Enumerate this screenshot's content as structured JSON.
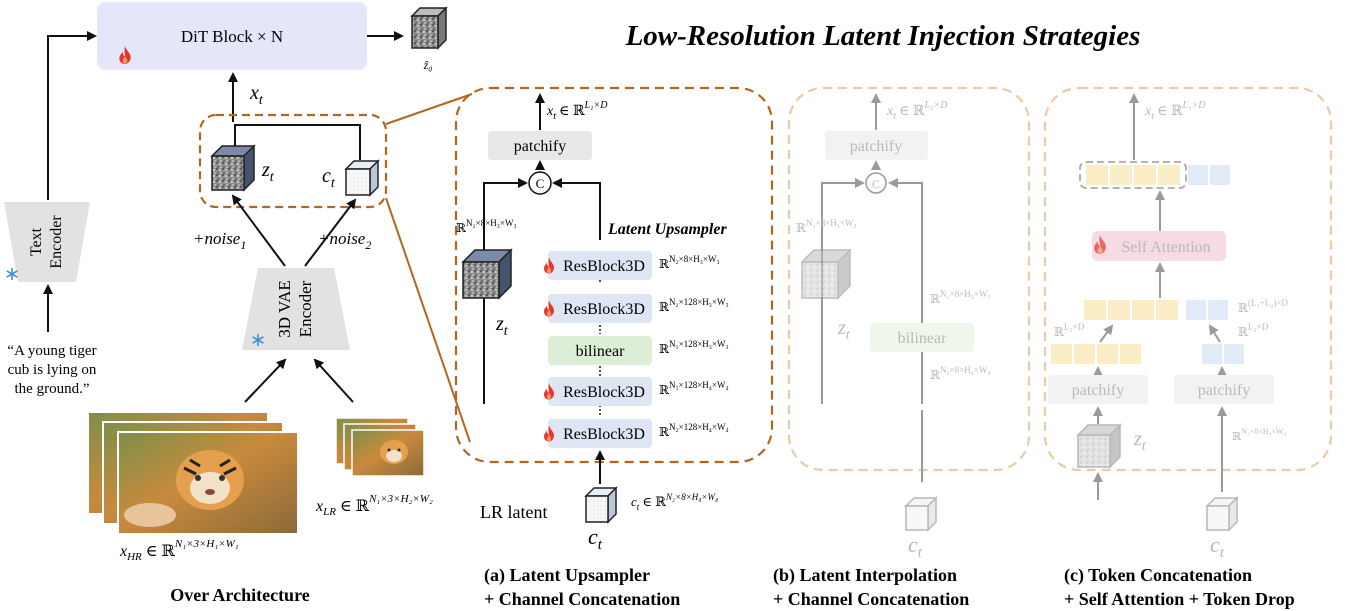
{
  "title": "Low-Resolution Latent Injection Strategies",
  "overall": {
    "dit_block": "DiT Block × N",
    "z0_hat": "ẑ₀",
    "xt": "x",
    "xt_sub": "t",
    "zt": "z",
    "zt_sub": "t",
    "ct": "c",
    "ct_sub": "t",
    "noise1": "+noise",
    "noise1_sub": "1",
    "noise2": "+noise",
    "noise2_sub": "2",
    "text_encoder_1": "Text",
    "text_encoder_2": "Encoder",
    "vae_1": "3D VAE",
    "vae_2": "Encoder",
    "prompt": [
      "“A young tiger",
      "cub is lying on",
      "the ground.”"
    ],
    "x_hr": "x",
    "x_hr_sub": "HR",
    "x_hr_dim": "∈ ℝ",
    "x_hr_sup": "N₁×3×H₁×W₁",
    "x_lr": "x",
    "x_lr_sub": "LR",
    "x_lr_dim": "∈ ℝ",
    "x_lr_sup": "N₁×3×H₂×W₂",
    "caption": "Over Architecture"
  },
  "panel_a": {
    "output": "x",
    "output_sub": "t",
    "output_dim": "∈ ℝ",
    "output_sup": "L₁×D",
    "patchify": "patchify",
    "concat": "C",
    "upsampler_title": "Latent Upsampler",
    "zt_dim": "ℝ",
    "zt_sup": "N₂×8×H₃×W₃",
    "zt": "z",
    "zt_sub": "t",
    "blocks": [
      {
        "label": "ResBlock3D",
        "fire": true,
        "dim_sup": "N₂×8×H₃×W₃"
      },
      {
        "label": "ResBlock3D",
        "fire": true,
        "dim_sup": "N₂×128×H₃×W₃"
      },
      {
        "label": "bilinear",
        "fire": false,
        "dim_sup": "N₁×128×H₃×W₃"
      },
      {
        "label": "ResBlock3D",
        "fire": true,
        "dim_sup": "N₁×128×H₄×W₄"
      },
      {
        "label": "ResBlock3D",
        "fire": true,
        "dim_sup": "N₂×128×H₄×W₄"
      }
    ],
    "lr_latent": "LR latent",
    "ct_dim": "c",
    "ct_dim_sub": "t",
    "ct_dim_rest": "∈ ℝ",
    "ct_dim_sup": "N₂×8×H₄×W₄",
    "ct": "c",
    "ct_sub": "t",
    "caption_1": "(a) Latent Upsampler",
    "caption_2": "+ Channel Concatenation"
  },
  "panel_b": {
    "output": "x",
    "output_sub": "t",
    "output_dim": "∈ ℝ",
    "output_sup": "L₁×D",
    "patchify": "patchify",
    "concat": "C",
    "zt_dim": "ℝ",
    "zt_sup": "N₂×8×H₃×W₃",
    "zt": "z",
    "zt_sub": "t",
    "bilinear": "bilinear",
    "bil_top_dim": "ℝ",
    "bil_top_sup": "N₂×8×H₃×W₃",
    "bil_bot_dim": "ℝ",
    "bil_bot_sup": "N₂×8×H₄×W₄",
    "ct": "c",
    "ct_sub": "t",
    "caption_1": "(b) Latent Interpolation",
    "caption_2": "+ Channel Concatenation"
  },
  "panel_c": {
    "output": "x",
    "output_sub": "t",
    "output_dim": "∈ ℝ",
    "output_sup": "L₁×D",
    "self_attention": "Self Attention",
    "concat_dim": "ℝ",
    "concat_sup": "(L₁+L₂)×D",
    "left_dim": "ℝ",
    "left_sup": "L₁×D",
    "right_dim": "ℝ",
    "right_sup": "L₂×D",
    "patchify_left": "patchify",
    "patchify_right": "patchify",
    "zt": "z",
    "zt_sub": "t",
    "ct_dim": "ℝ",
    "ct_sup": "N₂×8×H₄×W₄",
    "ct": "c",
    "ct_sub": "t",
    "caption_1": "(c) Token Concatenation",
    "caption_2": "+ Self Attention + Token Drop"
  },
  "colors": {
    "dit_fill": "#e6e6fb",
    "dashed_brown": "#b5661e",
    "dashed_light": "#efc9a6",
    "block_blue": "#dde6f2",
    "bilinear_green": "#dcefd6",
    "patchify_gray": "#e8e8e8",
    "fire": "#e8362a",
    "token_yellow": "#fbe6a8",
    "token_blue": "#d3e2f3",
    "attention_pink": "#f6dbe3"
  }
}
